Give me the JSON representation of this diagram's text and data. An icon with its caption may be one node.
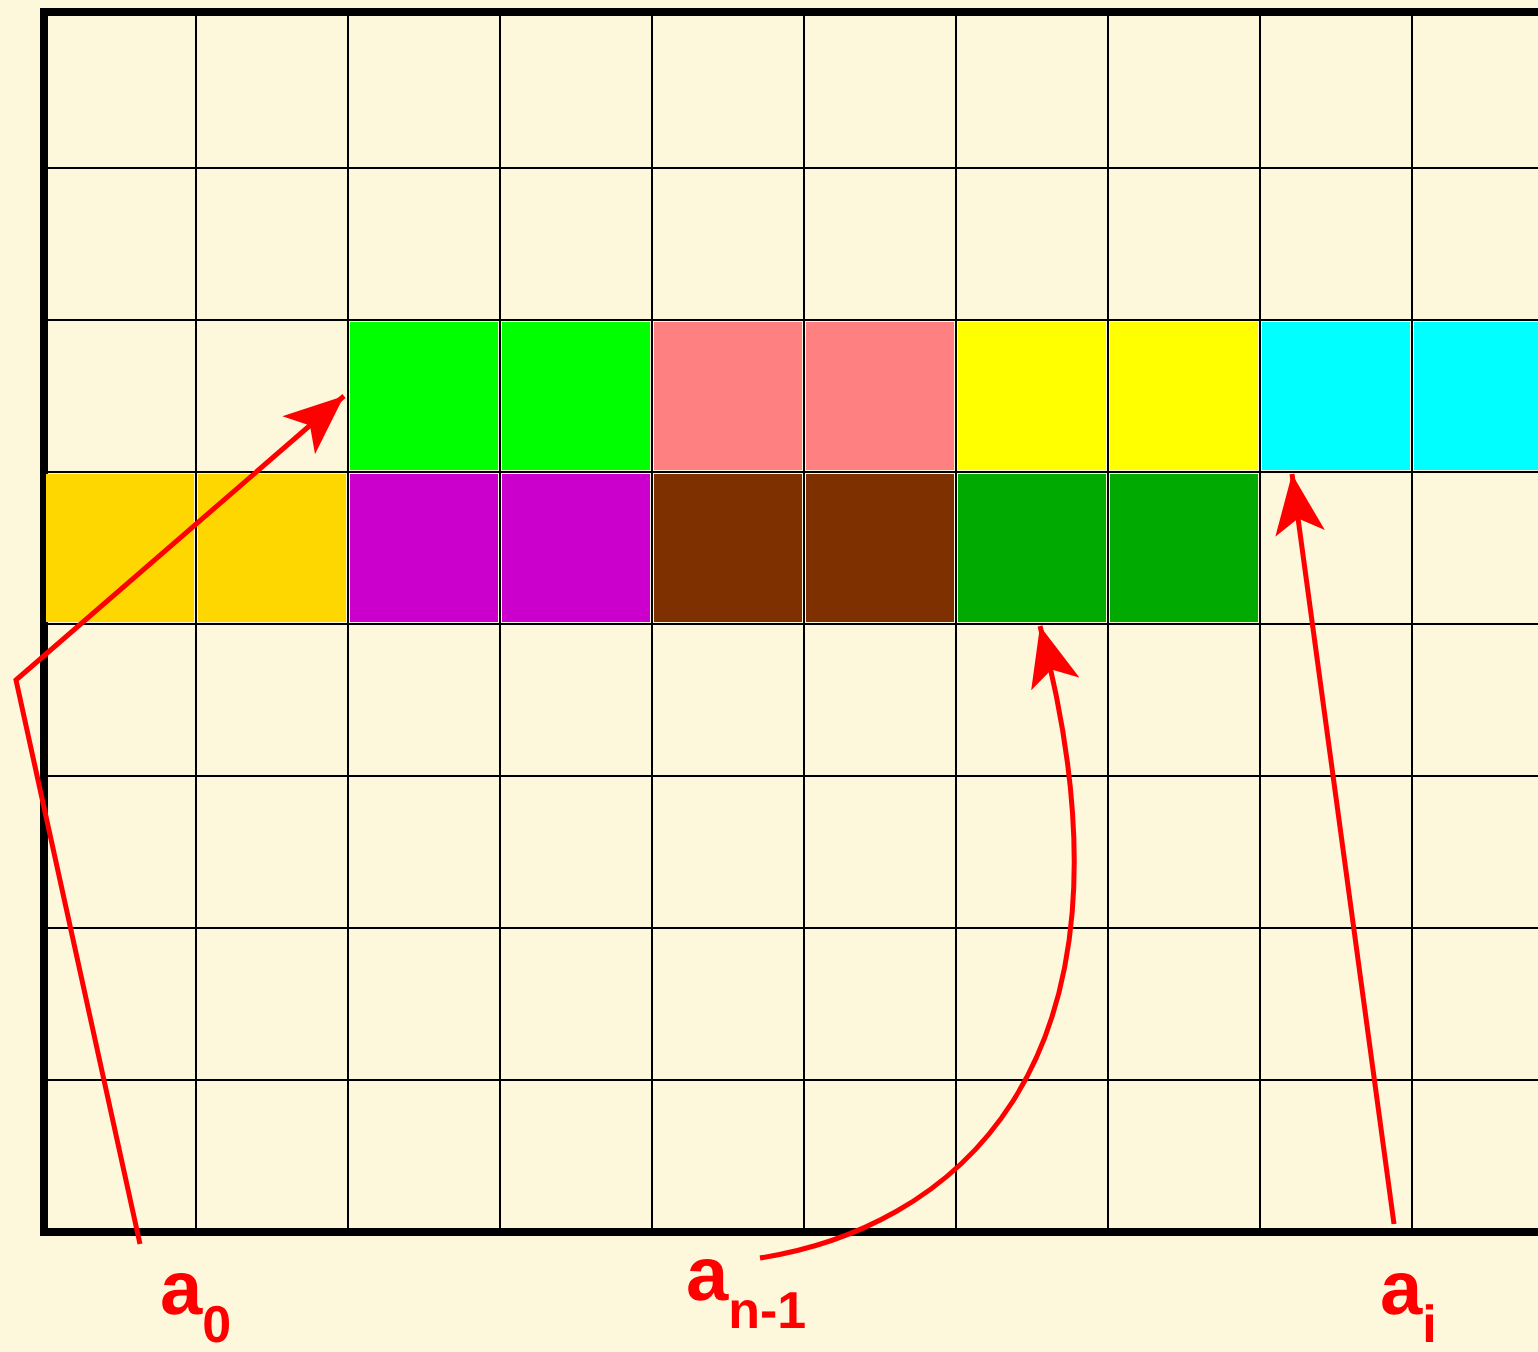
{
  "diagram": {
    "nodes": [
      {
        "text": [],
        "shape": "box"
      },
      {
        "text": [],
        "shape": "box"
      },
      {
        "text": [],
        "shape": "box"
      },
      {
        "text": [],
        "shape": "box"
      },
      {
        "text": [],
        "shape": "box"
      },
      {
        "text": [],
        "shape": "box"
      },
      {
        "text": [],
        "shape": "box"
      },
      {
        "text": [],
        "shape": "box"
      },
      {
        "text": [],
        "shape": "box"
      },
      {
        "text": [],
        "shape": "box"
      },
      {
        "text": [],
        "shape": "box"
      },
      {
        "text": [],
        "shape": "box"
      },
      {
        "text": [],
        "shape": "box"
      },
      {
        "text": [],
        "shape": "box"
      },
      {
        "text": [],
        "shape": "box"
      },
      {
        "text": [],
        "shape": "box"
      },
      {
        "text": [
          "a$_{0}$"
        ]
      },
      {
        "text": [
          "a$_{n-1}$"
        ]
      },
      {
        "text": [
          "a$_{i}$"
        ]
      }
    ],
    "edges": [
      {
        "from": 16,
        "to": 0,
        "arrow": "to"
      },
      {
        "from": 17,
        "to": 14,
        "arrow": "to"
      },
      {
        "from": 18,
        "to": 6,
        "arrow": "to"
      }
    ]
  }
}
